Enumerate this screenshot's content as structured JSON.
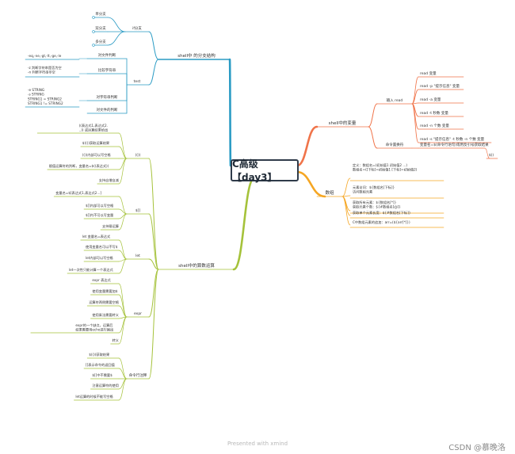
{
  "root": {
    "label": "C高级【day3】"
  },
  "branches": {
    "shell_branch": {
      "label": "shell中 的分支结构",
      "color": "#2a9bc4",
      "groups": [
        {
          "label": "if分支",
          "items": [
            "单分支",
            "双分支",
            "多分支"
          ]
        },
        {
          "label": "test",
          "items": [
            "对文件判断",
            "-eq,-ne,-gt,-lt,-ge,-le",
            "比较字符串",
            "-z 判断字符串是否为空\n-n 判断字符串非空",
            "对字符串判断",
            "-e STRING\n-s STRING\nSTRING1 = STRING2\nSTRING1 != STRING2",
            "对文件的判断"
          ]
        }
      ]
    },
    "var_branch": {
      "label": "shell中的变量",
      "color": "#f0744a",
      "groups": [
        {
          "label": "输入 read",
          "items": [
            "read 变量",
            "read -p \"提示信息\" 变量",
            "read -a 变量",
            "read -t 秒数 变量",
            "read -n 个数 变量",
            "read -s \"提示信息\" -t 秒数 -n 个数 变量"
          ]
        },
        {
          "label": "命令置换符",
          "items": [
            "变量名=$(命令行语句)或用反引号获取结果",
            "$()"
          ]
        }
      ]
    },
    "array_branch": {
      "label": "数组",
      "color": "#f5a623",
      "items": [
        "定义：数组名=(初始值1 初始值2 ...)\n数组名=([下标]=初始值1 [下标]=初始值2)",
        "元素访问：${数组名[下标]}\n访问数组元素",
        "获取所有元素：${数组名[*]}\n获取元素个数：${#数组名[@]}",
        "获取单个元素长度：${#数组名[下标]}",
        "C中数组元素的追加：arr=(${arr[*]})"
      ]
    },
    "calc_branch": {
      "label": "shell中的算数运算",
      "color": "#a5c23a",
      "groups": [
        {
          "label": "(())",
          "items": [
            "((表达式1,表达式2...)) 或运算结果给出",
            "$(())获取运算结果",
            "(())内部可以写空格",
            "赋值运算符的判断，变量名=$((表达式))",
            "支持自增自减"
          ]
        },
        {
          "label": "$[]",
          "items": [
            "变量名=$[表达式1,表达式2...]",
            "$[]内部可以写空格",
            "$[]内不可以写变量",
            "支持幂运算"
          ]
        },
        {
          "label": "let",
          "items": [
            "let 变量名=表达式",
            "使用变量名可以不写$",
            "let内部可以写空格",
            "let一次性只能计算一个表达式"
          ]
        },
        {
          "label": "expr",
          "items": [
            "expr 表达式",
            "使用变量需要加$",
            "运算符两侧需要空格",
            "使用乘法需要转义",
            "expr的一个缺点，运算后结果需要用echo进行输出",
            "转义"
          ]
        },
        {
          "label": "命令行注释",
          "items": [
            "$(())获取结果",
            "[]表示命令的返回值",
            "$[]中不需要$",
            "注意运算符的使用",
            "let运算的时候不能写空格"
          ]
        }
      ]
    }
  },
  "footer": "Presented with xmind",
  "watermark": "CSDN @慕晚洛"
}
